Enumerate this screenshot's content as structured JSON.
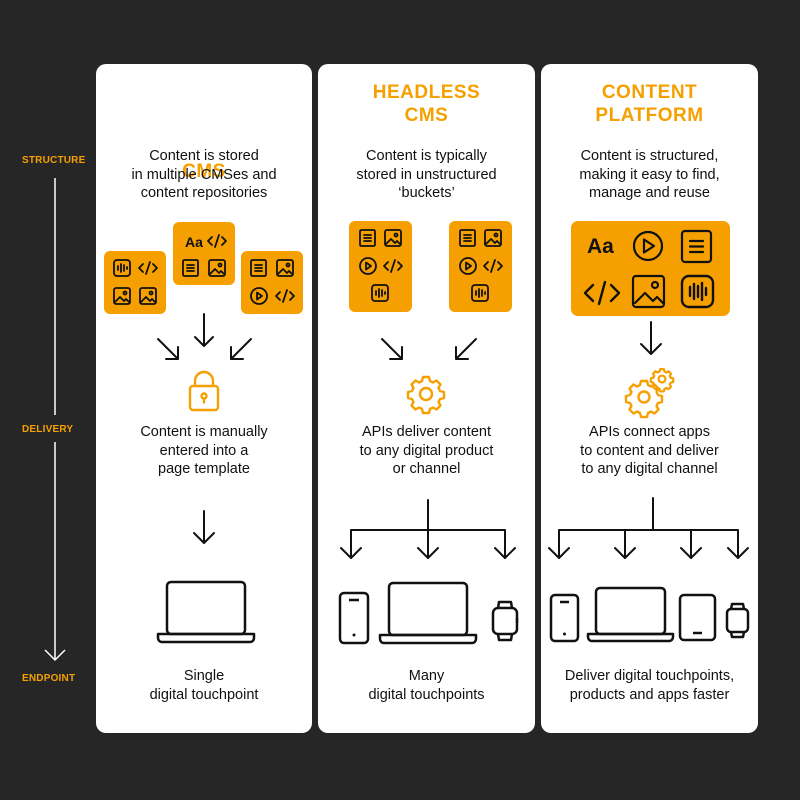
{
  "side_labels": {
    "structure": "STRUCTURE",
    "delivery": "DELIVERY",
    "endpoint": "ENDPOINT"
  },
  "columns": [
    {
      "title_lines": [
        "CMS",
        ""
      ],
      "structure": [
        "Content is stored",
        "in multiple CMSes and",
        "content repositories"
      ],
      "delivery": [
        "Content is manually",
        "entered into a",
        "page template"
      ],
      "endpoint": [
        "Single",
        "digital touchpoint"
      ]
    },
    {
      "title_lines": [
        "HEADLESS",
        "CMS"
      ],
      "structure": [
        "Content is typically",
        "stored in unstructured",
        "‘buckets’"
      ],
      "delivery": [
        "APIs deliver content",
        "to any digital product",
        "or channel"
      ],
      "endpoint": [
        "Many",
        "digital touchpoints"
      ]
    },
    {
      "title_lines": [
        "CONTENT",
        "PLATFORM"
      ],
      "structure": [
        "Content is structured,",
        "making it easy to find,",
        "manage and reuse"
      ],
      "delivery": [
        "APIs connect apps",
        "to content and deliver",
        "to any digital channel"
      ],
      "endpoint": [
        "Deliver digital touchpoints,",
        "products and apps faster"
      ]
    }
  ],
  "glyphs": {
    "typography": "Aa"
  },
  "icons": [
    "audio-icon",
    "code-icon",
    "image-icon",
    "document-icon",
    "play-icon",
    "lock-icon",
    "gear-icon",
    "gears-icon",
    "laptop-icon",
    "phone-icon",
    "watch-icon",
    "tablet-icon"
  ],
  "colors": {
    "background": "#262626",
    "panel": "#ffffff",
    "accent": "#f5a000",
    "ink": "#111111"
  }
}
